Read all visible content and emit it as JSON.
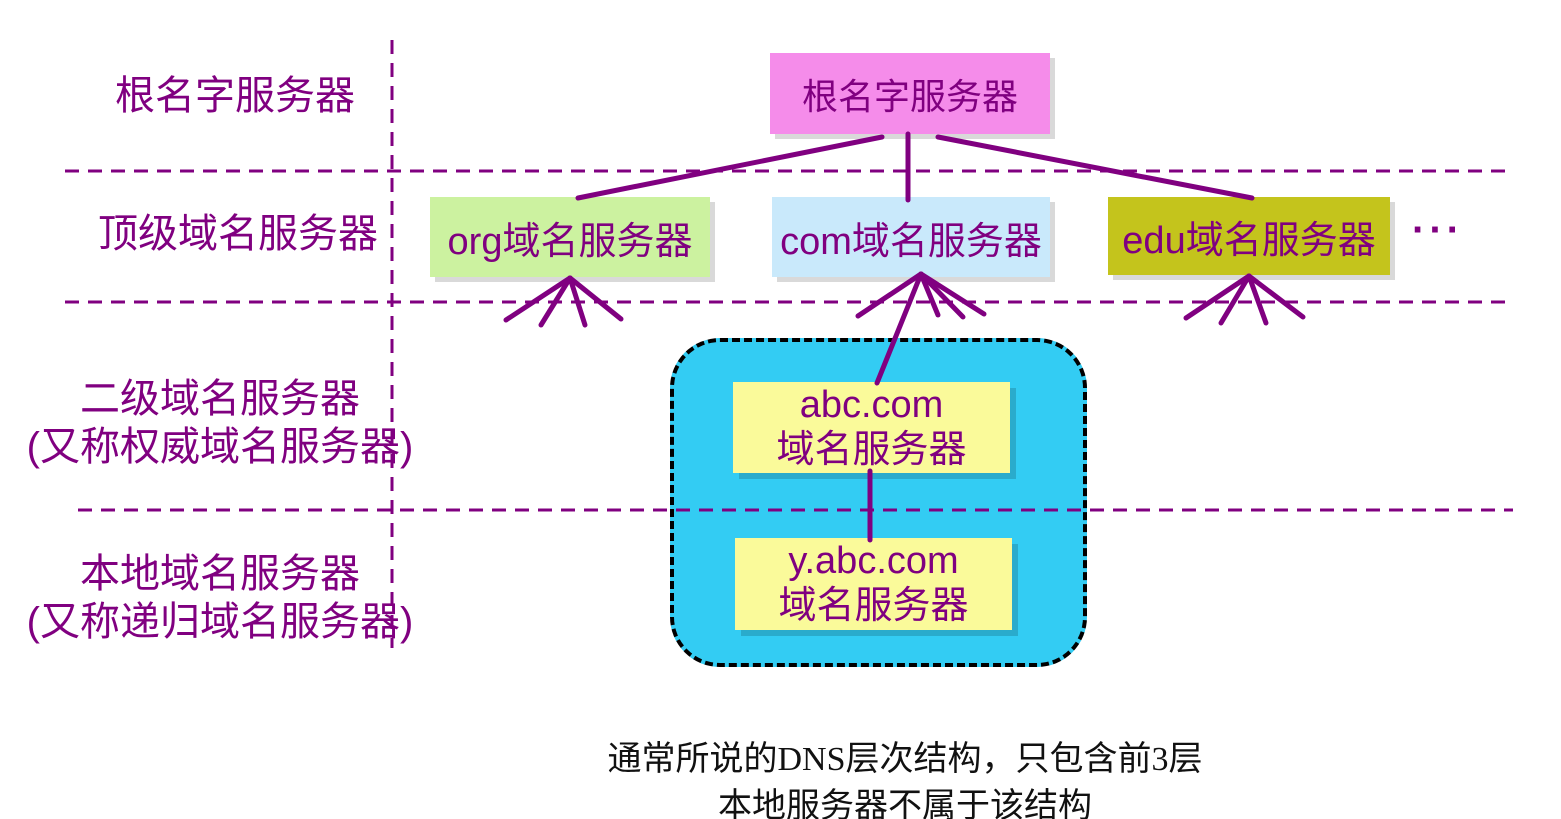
{
  "colors": {
    "purple": "#800080",
    "pink": "#F58CEA",
    "green": "#CCF2A0",
    "blue": "#C9E9FB",
    "olive": "#C4C41C",
    "cyan": "#33CCF3",
    "yellow": "#FAFA9A",
    "caption-black": "#111111"
  },
  "left_labels": {
    "root": {
      "line1": "根名字服务器"
    },
    "tld": {
      "line1": "顶级域名服务器"
    },
    "second": {
      "line1": "二级域名服务器",
      "line2": "(又称权威域名服务器)"
    },
    "local": {
      "line1": "本地域名服务器",
      "line2": "(又称递归域名服务器)"
    }
  },
  "nodes": {
    "root": {
      "label": "根名字服务器"
    },
    "org": {
      "label": "org域名服务器"
    },
    "com": {
      "label": "com域名服务器"
    },
    "edu": {
      "label": "edu域名服务器"
    },
    "more_tlds": {
      "label": "···"
    },
    "abc": {
      "line1": "abc.com",
      "line2": "域名服务器"
    },
    "yabc": {
      "line1": "y.abc.com",
      "line2": "域名服务器"
    }
  },
  "caption": {
    "line1": "通常所说的DNS层次结构，只包含前3层",
    "line2": "本地服务器不属于该结构"
  }
}
